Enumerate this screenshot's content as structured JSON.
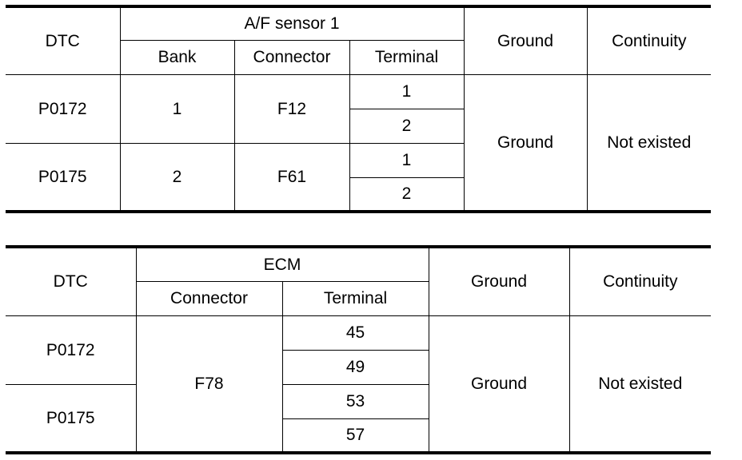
{
  "table1": {
    "header": {
      "dtc": "DTC",
      "group": "A/F sensor 1",
      "bank": "Bank",
      "connector": "Connector",
      "terminal": "Terminal",
      "ground": "Ground",
      "continuity": "Continuity"
    },
    "rows": [
      {
        "dtc": "P0172",
        "bank": "1",
        "connector": "F12",
        "terminals": [
          "1",
          "2"
        ]
      },
      {
        "dtc": "P0175",
        "bank": "2",
        "connector": "F61",
        "terminals": [
          "1",
          "2"
        ]
      }
    ],
    "ground_value": "Ground",
    "continuity_value": "Not existed"
  },
  "table2": {
    "header": {
      "dtc": "DTC",
      "group": "ECM",
      "connector": "Connector",
      "terminal": "Terminal",
      "ground": "Ground",
      "continuity": "Continuity"
    },
    "dtcs": [
      "P0172",
      "P0175"
    ],
    "connector": "F78",
    "terminals": [
      "45",
      "49",
      "53",
      "57"
    ],
    "ground_value": "Ground",
    "continuity_value": "Not existed"
  }
}
